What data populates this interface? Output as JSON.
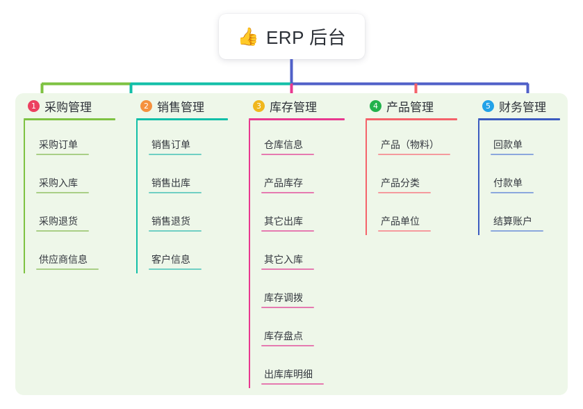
{
  "diagram": {
    "type": "mind-map",
    "root": {
      "emoji": "👍",
      "emoji_name": "thumbs-up-icon",
      "title": "ERP 后台"
    },
    "canvas": {
      "background": "#ffffff",
      "panel_background": "#eef7e9"
    },
    "branches": [
      {
        "number": "1",
        "title": "采购管理",
        "badge_color": "#ec4060",
        "line_color": "#7ec242",
        "leaf_line_color": "#a9cf86",
        "connector_color": "#7ec242",
        "width": 162,
        "leaves": [
          "采购订单",
          "采购入库",
          "采购退货",
          "供应商信息"
        ]
      },
      {
        "number": "2",
        "title": "销售管理",
        "badge_color": "#f5913e",
        "line_color": "#12bfa8",
        "leaf_line_color": "#6fcfc3",
        "connector_color": "#12bfa8",
        "width": 162,
        "leaves": [
          "销售订单",
          "销售出库",
          "销售退货",
          "客户信息"
        ]
      },
      {
        "number": "3",
        "title": "库存管理",
        "badge_color": "#f0b71e",
        "line_color": "#e8388f",
        "leaf_line_color": "#e57ab0",
        "connector_color": "#e8388f",
        "width": 168,
        "leaves": [
          "仓库信息",
          "产品库存",
          "其它出库",
          "其它入库",
          "库存调拨",
          "库存盘点",
          "出库库明细"
        ]
      },
      {
        "number": "4",
        "title": "产品管理",
        "badge_color": "#22b24c",
        "line_color": "#f4626a",
        "leaf_line_color": "#f59a9d",
        "connector_color": "#f4626a",
        "width": 162,
        "leaves": [
          "产品（物料）",
          "产品分类",
          "产品单位"
        ]
      },
      {
        "number": "5",
        "title": "财务管理",
        "badge_color": "#22a2e8",
        "line_color": "#3b5bbf",
        "leaf_line_color": "#8ba7dd",
        "connector_color": "#5060c8",
        "width": 140,
        "leaves": [
          "回款单",
          "付款单",
          "结算账户"
        ]
      }
    ]
  }
}
